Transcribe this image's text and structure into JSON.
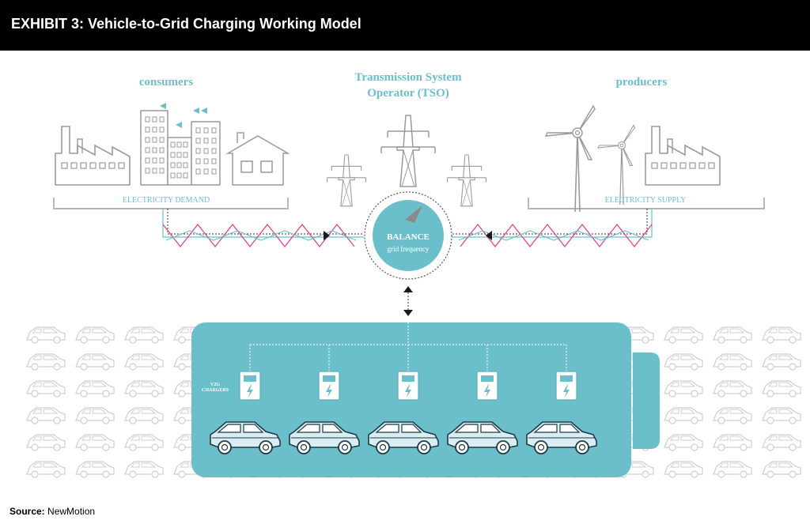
{
  "header": {
    "title": "EXHIBIT 3: Vehicle-to-Grid Charging Working Model"
  },
  "consumers": {
    "label": "consumers",
    "bracket_label": "ELECTRICITY DEMAND"
  },
  "tso": {
    "label_line1": "Transmission System",
    "label_line2": "Operator (TSO)"
  },
  "producers": {
    "label": "producers",
    "bracket_label": "ELECTRICITY SUPPLY"
  },
  "balance": {
    "title": "BALANCE",
    "subtitle": "grid frequency"
  },
  "v2g": {
    "label_line1": "V2G",
    "label_line2": "CHARGERS",
    "charger_count": 5
  },
  "colors": {
    "teal": "#6bbfcb",
    "grey": "#9a9a9a",
    "pink": "#e8368f",
    "blue": "#6bbfcb",
    "dark": "#1e3a46"
  },
  "source": {
    "label": "Source:",
    "value": "NewMotion"
  }
}
